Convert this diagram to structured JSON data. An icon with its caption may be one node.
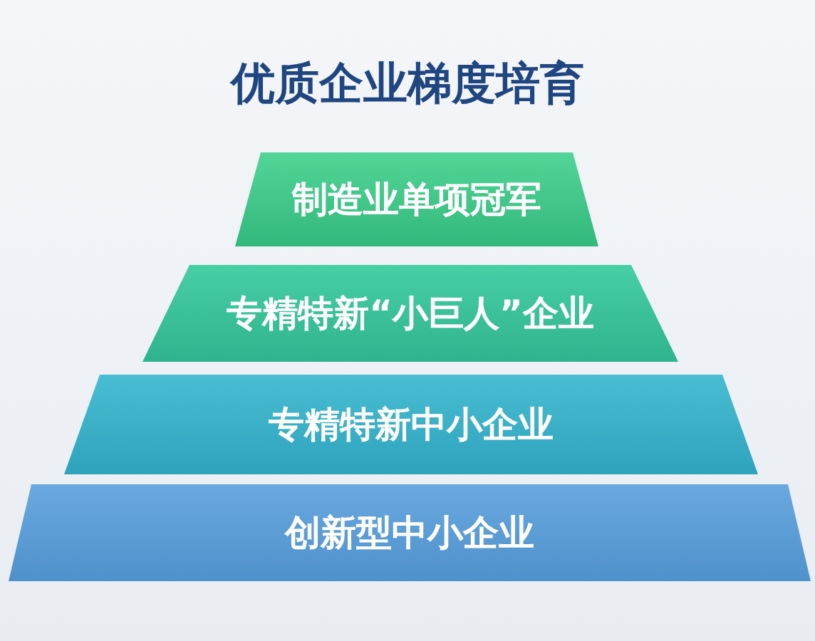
{
  "diagram": {
    "title": "优质企业梯度培育",
    "nodes": [
      {
        "text": [
          "制造业单项冠军"
        ]
      },
      {
        "text": [
          "专精特新“小巨人”企业"
        ]
      },
      {
        "text": [
          "专精特新中小企业"
        ]
      },
      {
        "text": [
          "创新型中小企业"
        ]
      }
    ],
    "edges": []
  }
}
